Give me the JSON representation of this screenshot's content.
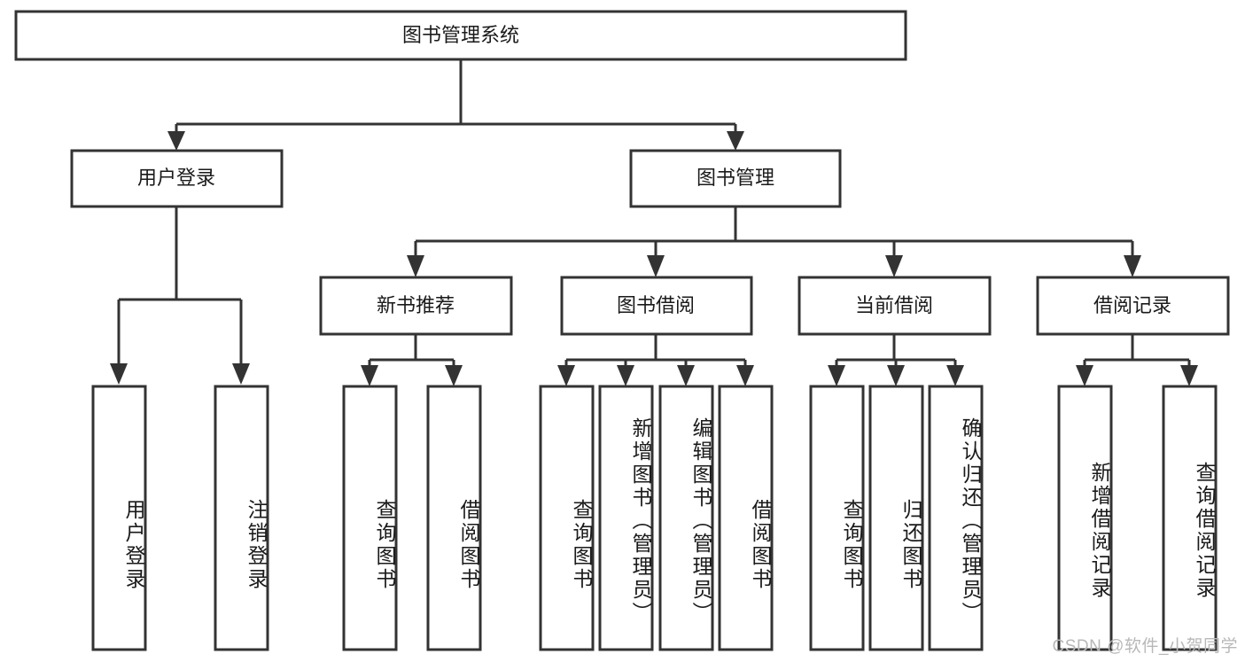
{
  "diagram": {
    "title": "图书管理系统",
    "watermark": "CSDN @软件_小贺同学",
    "colors": {
      "stroke": "#333333",
      "fill": "#ffffff",
      "text": "#1a1a1a",
      "watermark": "#b8b8b8"
    },
    "root": {
      "label": "图书管理系统"
    },
    "level2": [
      {
        "label": "用户登录"
      },
      {
        "label": "图书管理"
      }
    ],
    "level3": [
      {
        "label": "新书推荐"
      },
      {
        "label": "图书借阅"
      },
      {
        "label": "当前借阅"
      },
      {
        "label": "借阅记录"
      }
    ],
    "leaves": {
      "user_login": [
        {
          "label": "用户登录"
        },
        {
          "label": "注销登录"
        }
      ],
      "new_book_recommend": [
        {
          "label": "查询图书"
        },
        {
          "label": "借阅图书"
        }
      ],
      "book_borrow": [
        {
          "label": "查询图书"
        },
        {
          "label": "新增图书（管理员）"
        },
        {
          "label": "编辑图书（管理员）"
        },
        {
          "label": "借阅图书"
        }
      ],
      "current_borrow": [
        {
          "label": "查询图书"
        },
        {
          "label": "归还图书"
        },
        {
          "label": "确认归还（管理员）"
        }
      ],
      "borrow_record": [
        {
          "label": "新增借阅记录"
        },
        {
          "label": "查询借阅记录"
        }
      ]
    }
  }
}
